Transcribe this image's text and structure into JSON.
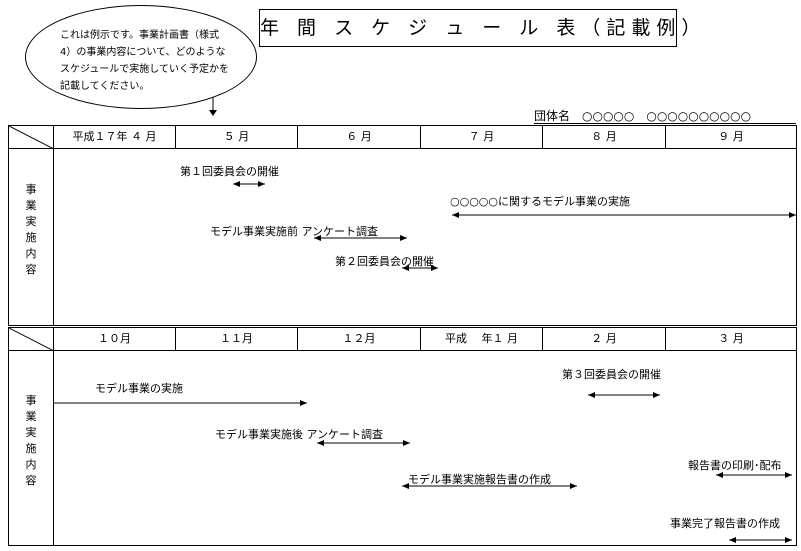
{
  "title": "年 間 ス ケ ジ ュ ー ル 表（記載例）",
  "note": "これは例示です。事業計画書（様式4）の事業内容について、どのようなスケジュールで実施していく予定かを記載してください。",
  "organization": "団体名　○○○○○　○○○○○○○○○○",
  "side_label": "事業実施内容",
  "table1": {
    "months": [
      "平成１７年 ４ 月",
      "５ 月",
      "６ 月",
      "７ 月",
      "８ 月",
      "９ 月"
    ],
    "items": [
      "第１回委員会の開催",
      "○○○○○に関するモデル事業の実施",
      "モデル事業実施前 アンケート調査",
      "第２回委員会の開催"
    ]
  },
  "table2": {
    "months": [
      "１０月",
      "１１月",
      "１２月",
      "平成　 年１ 月",
      "２ 月",
      "３ 月"
    ],
    "items": [
      "第３回委員会の開催",
      "モデル事業の実施",
      "モデル事業実施後 アンケート調査",
      "モデル事業実施報告書の作成",
      "報告書の印刷･配布",
      "事業完了報告書の作成"
    ]
  }
}
